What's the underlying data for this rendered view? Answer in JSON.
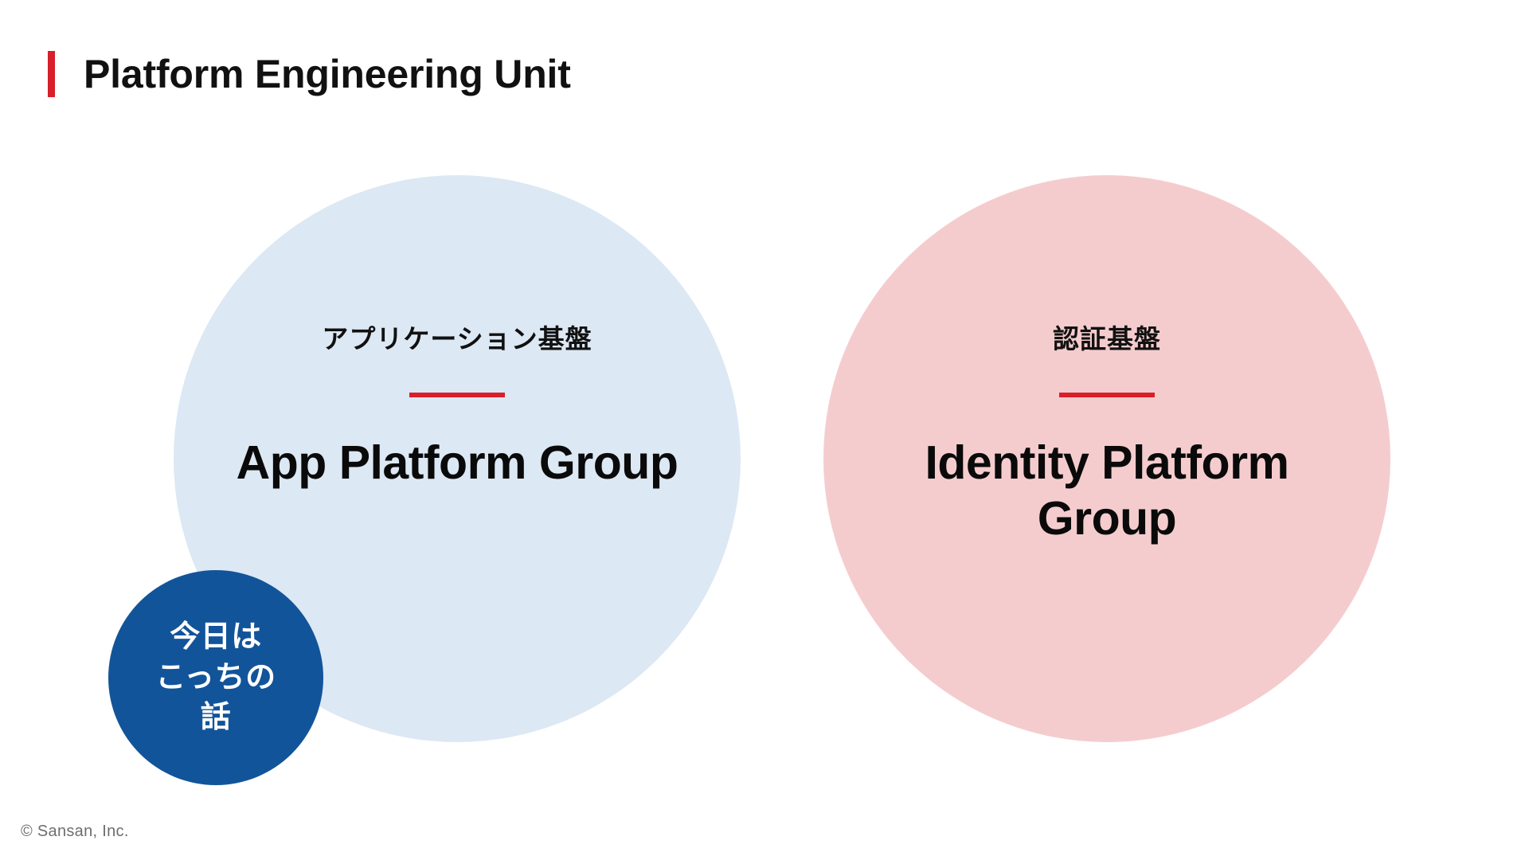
{
  "slide": {
    "background_color": "#FFFFFF",
    "accent_color": "#D81F2A"
  },
  "header": {
    "title": "Platform Engineering Unit",
    "accent_bar_color": "#D81F2A"
  },
  "groups": [
    {
      "id": "app-platform-group",
      "subtitle": "アプリケーション基盤",
      "name": "App Platform Group",
      "circle_color": "#DCE8F4",
      "divider_color": "#D81F2A"
    },
    {
      "id": "identity-platform-group",
      "subtitle": "認証基盤",
      "name": "Identity Platform Group",
      "circle_color": "#F5CCCE",
      "divider_color": "#D81F2A"
    }
  ],
  "badge": {
    "line1": "今日は",
    "line2": "こっちの",
    "line3": "話",
    "background_color": "#12549A",
    "text_color": "#FFFFFF"
  },
  "footer": {
    "copyright": "© Sansan, Inc."
  }
}
